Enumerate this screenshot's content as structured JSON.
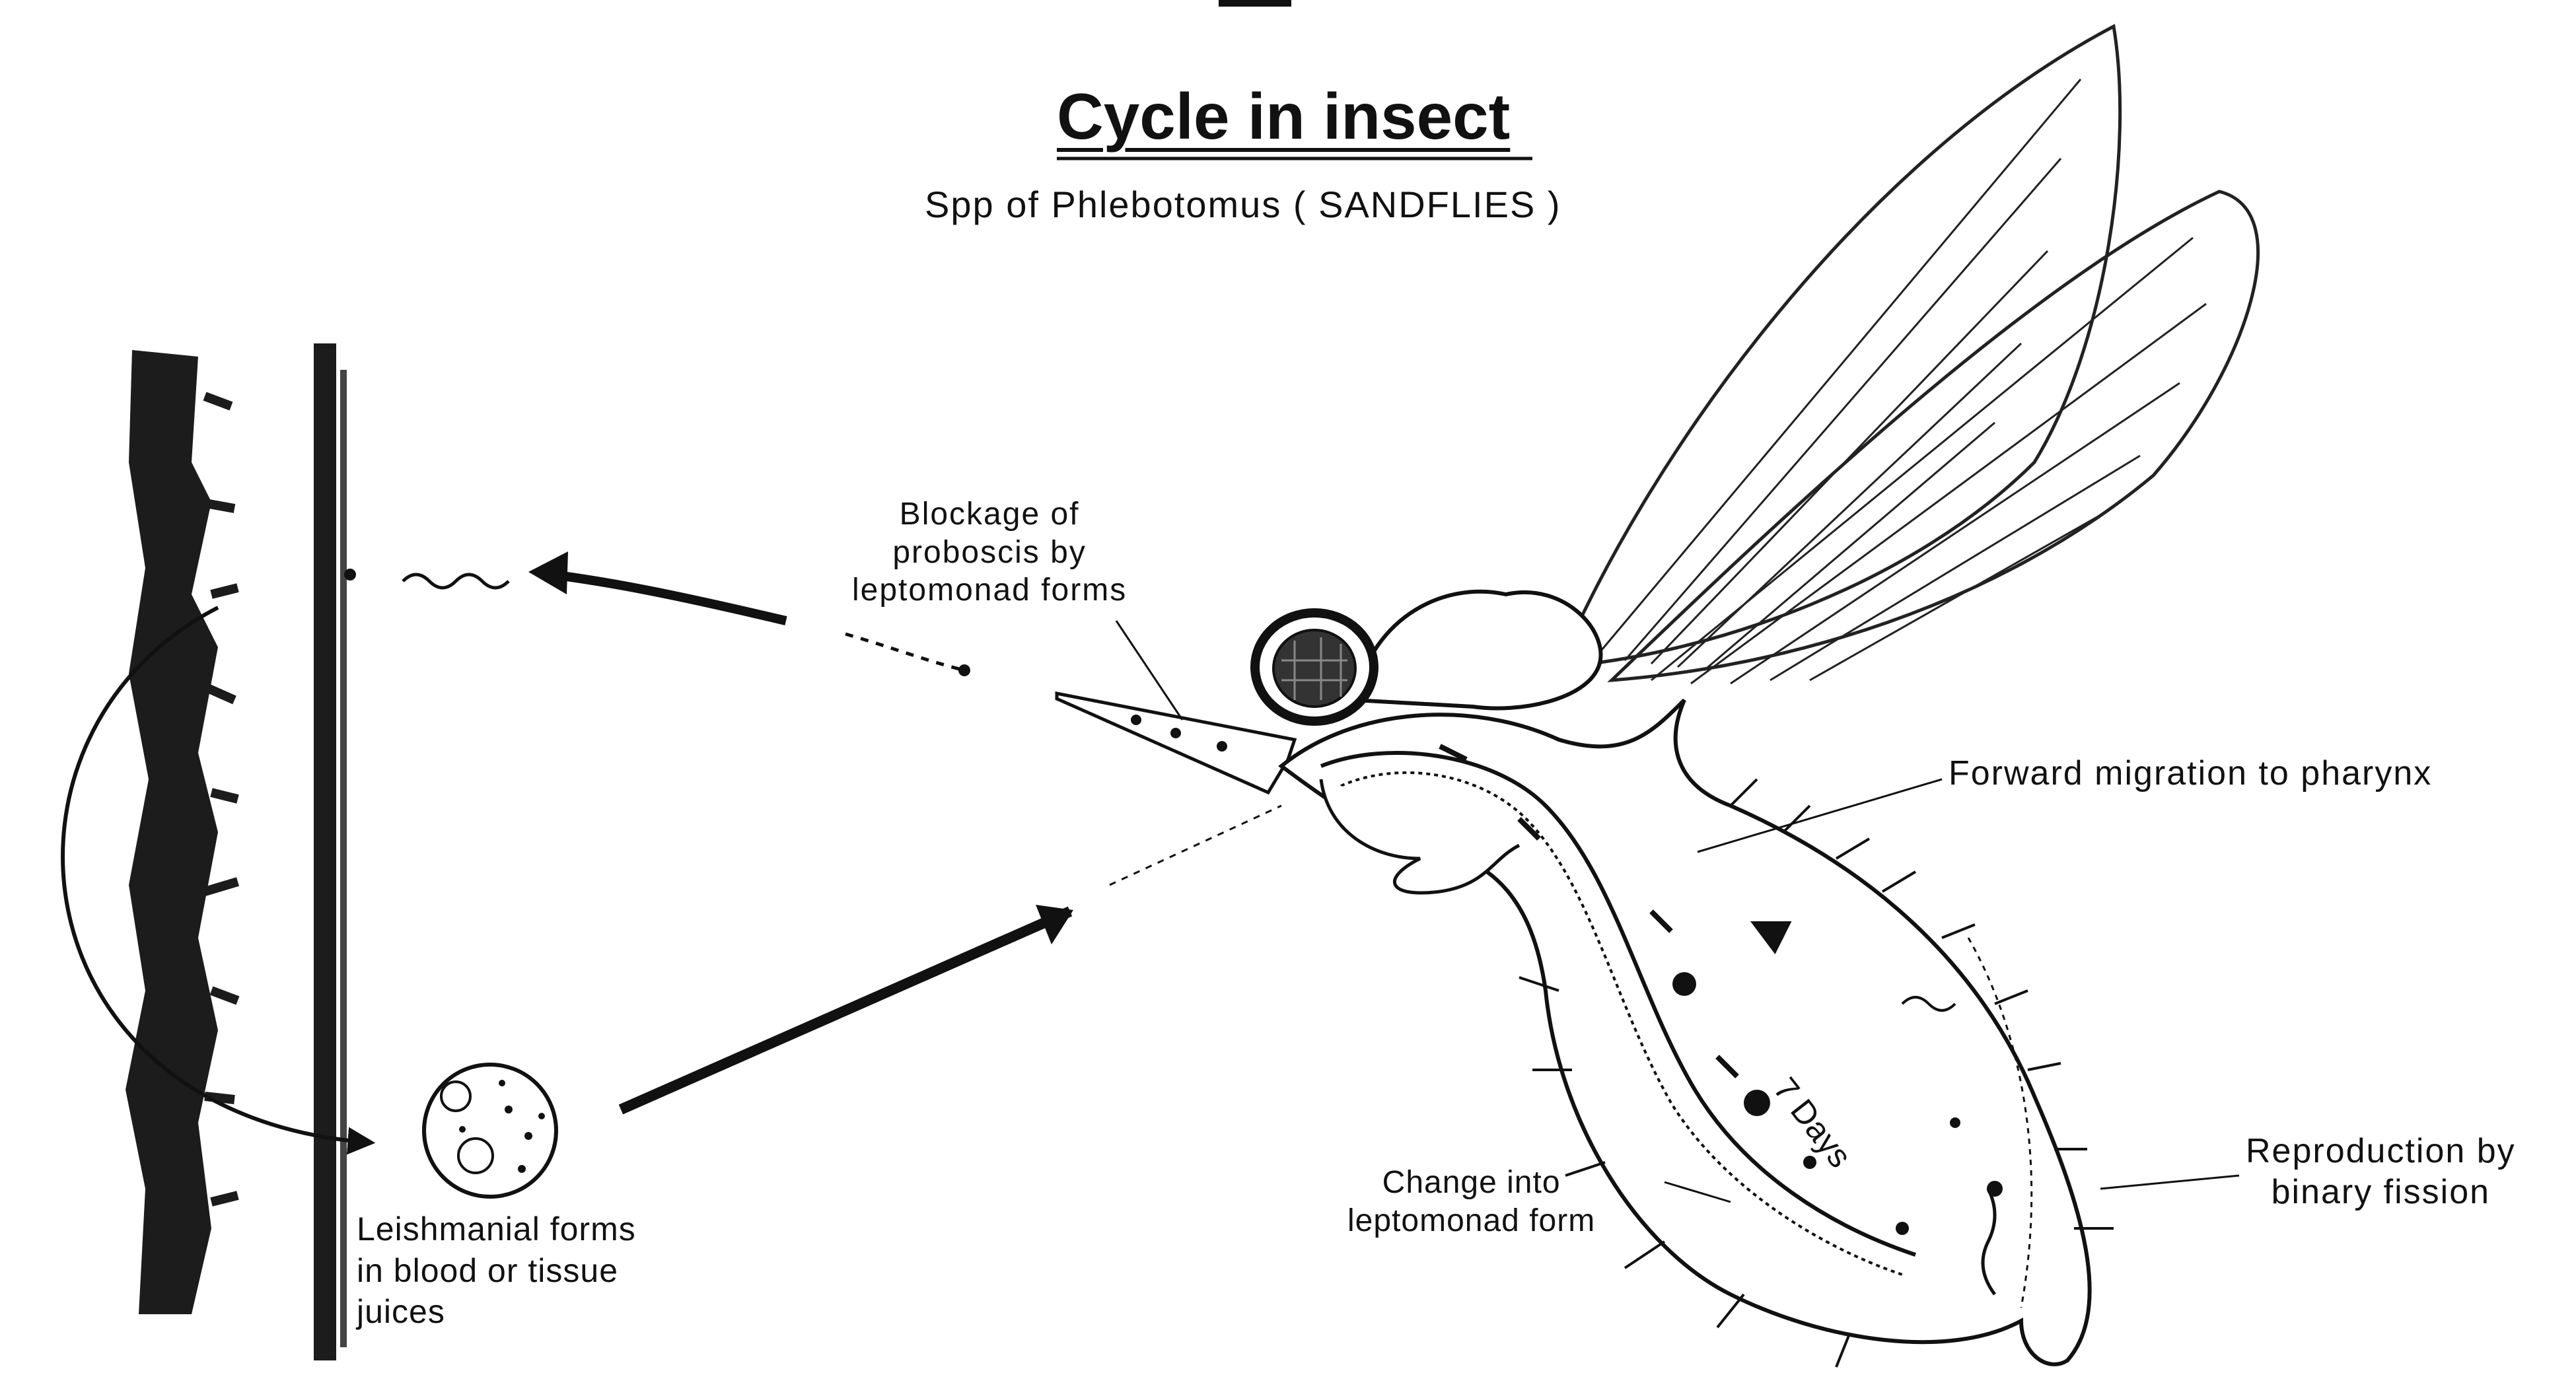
{
  "title": "Cycle in insect",
  "subtitle": "Spp of Phlebotomus ( SANDFLIES )",
  "labels": {
    "blockage": [
      "Blockage of",
      "proboscis  by",
      "leptomonad forms"
    ],
    "forward_migration": "Forward migration to pharynx",
    "reproduction": [
      "Reproduction by",
      "binary  fission"
    ],
    "change": [
      "Change  into",
      "leptomonad  form"
    ],
    "leishmanial": [
      "Leishmanial  forms",
      "in blood or tissue",
      "juices"
    ],
    "days": "7 Days"
  }
}
